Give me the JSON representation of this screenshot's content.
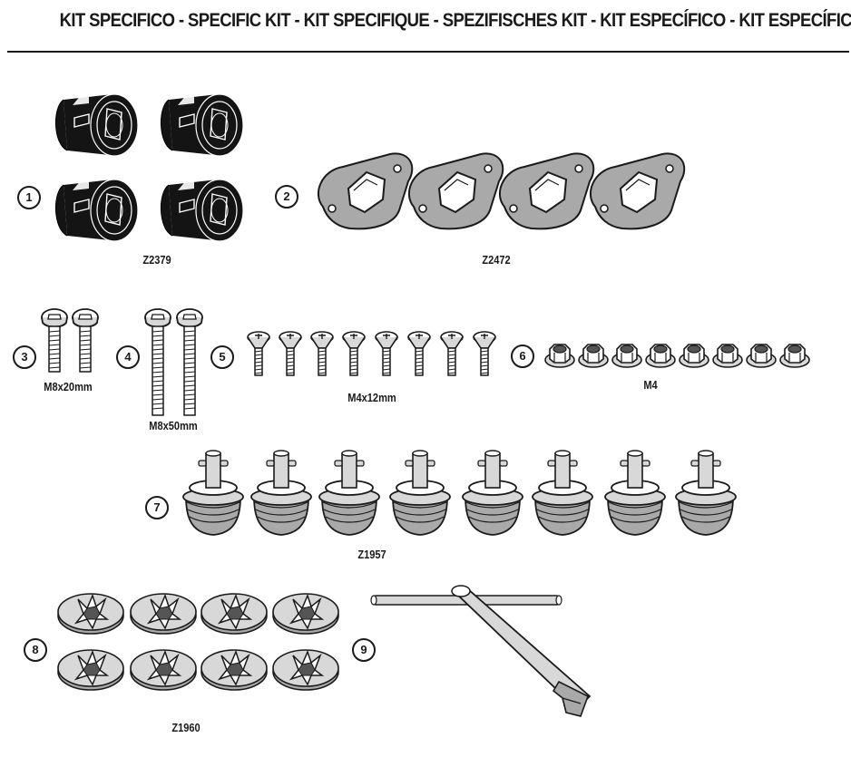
{
  "title": "KIT SPECIFICO - SPECIFIC KIT - KIT SPECIFIQUE - SPEZIFISCHES KIT - KIT ESPECÍFICO - KIT ESPECÍFICA",
  "items": [
    {
      "number": "1",
      "code": "Z2379",
      "icon": "lock-barrel-icon",
      "count": 4
    },
    {
      "number": "2",
      "code": "Z2472",
      "icon": "mounting-plate-icon",
      "count": 4
    },
    {
      "number": "3",
      "code": "M8x20mm",
      "icon": "short-bolt-icon",
      "count": 2
    },
    {
      "number": "4",
      "code": "M8x50mm",
      "icon": "long-bolt-icon",
      "count": 2
    },
    {
      "number": "5",
      "code": "M4x12mm",
      "icon": "countersunk-screw-icon",
      "count": 8
    },
    {
      "number": "6",
      "code": "M4",
      "icon": "flange-nut-icon",
      "count": 8
    },
    {
      "number": "7",
      "code": "Z1957",
      "icon": "rubber-grommet-pin-icon",
      "count": 8
    },
    {
      "number": "8",
      "code": "Z1960",
      "icon": "spring-clip-washer-icon",
      "count": 8
    },
    {
      "number": "9",
      "code": "",
      "icon": "t-handle-key-icon",
      "count": 1
    }
  ],
  "colors": {
    "ink": "#1a1a1a",
    "black_part": "#141414",
    "grey_part": "#a9a9a9",
    "light_grey": "#d8d8d8"
  }
}
